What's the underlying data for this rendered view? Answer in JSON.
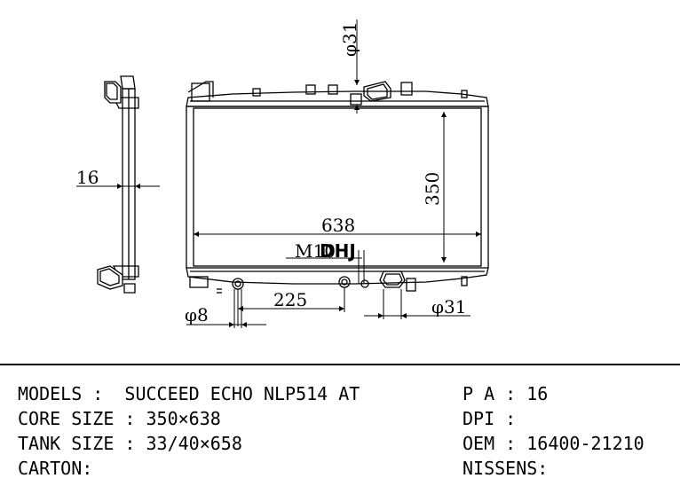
{
  "dimensions": {
    "inlet_diameter": "φ31",
    "core_thickness": "16",
    "core_width": "638",
    "core_height": "350",
    "drain_thread": "M10",
    "drain_offset": "225",
    "small_pipe": "φ8",
    "outlet_diameter": "φ31"
  },
  "logo": {
    "text": "DHJ"
  },
  "specs": {
    "left": [
      {
        "label": "MODELS :",
        "value": "SUCCEED ECHO NLP514 AT"
      },
      {
        "label": "CORE SIZE :",
        "value": "350×638"
      },
      {
        "label": "TANK SIZE :",
        "value": "33/40×658"
      },
      {
        "label": "CARTON:",
        "value": ""
      }
    ],
    "right": [
      {
        "label": "P A :",
        "value": "16"
      },
      {
        "label": "DPI :",
        "value": ""
      },
      {
        "label": "OEM :",
        "value": "16400-21210"
      },
      {
        "label": "NISSENS:",
        "value": ""
      }
    ]
  }
}
